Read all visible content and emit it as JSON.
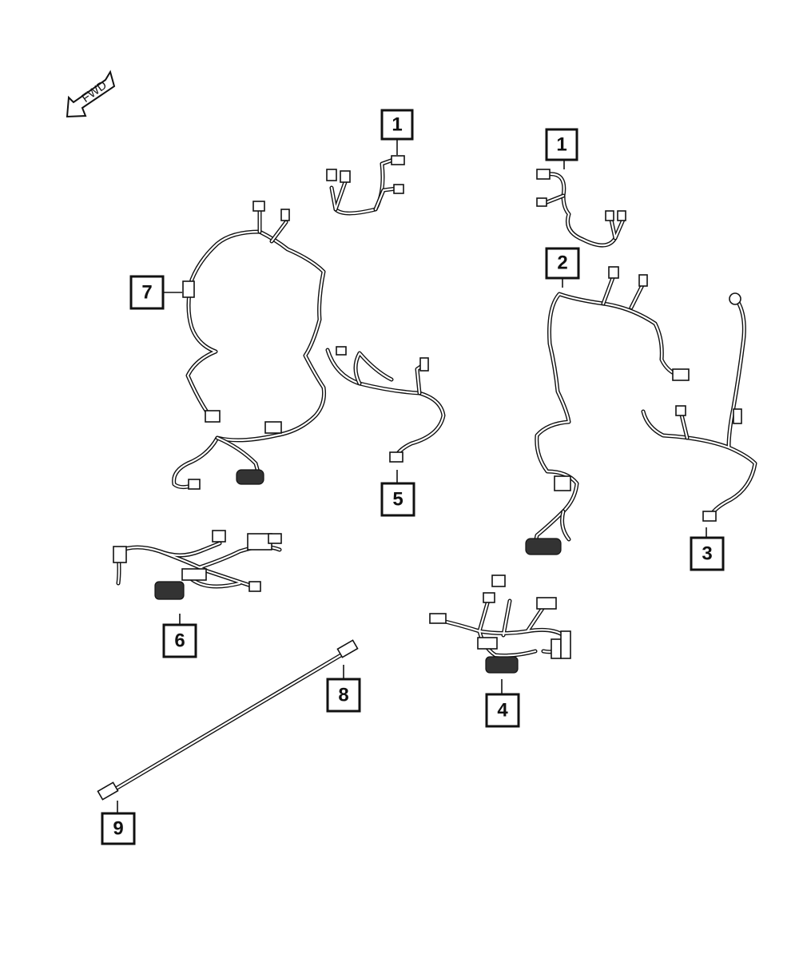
{
  "orientation": {
    "label": "FWD",
    "icon": "forward-arrow-icon"
  },
  "callouts": [
    {
      "id": "c1a",
      "label": "1"
    },
    {
      "id": "c1b",
      "label": "1"
    },
    {
      "id": "c2",
      "label": "2"
    },
    {
      "id": "c3",
      "label": "3"
    },
    {
      "id": "c4",
      "label": "4"
    },
    {
      "id": "c5",
      "label": "5"
    },
    {
      "id": "c6",
      "label": "6"
    },
    {
      "id": "c7",
      "label": "7"
    },
    {
      "id": "c8",
      "label": "8"
    },
    {
      "id": "c9",
      "label": "9"
    }
  ]
}
